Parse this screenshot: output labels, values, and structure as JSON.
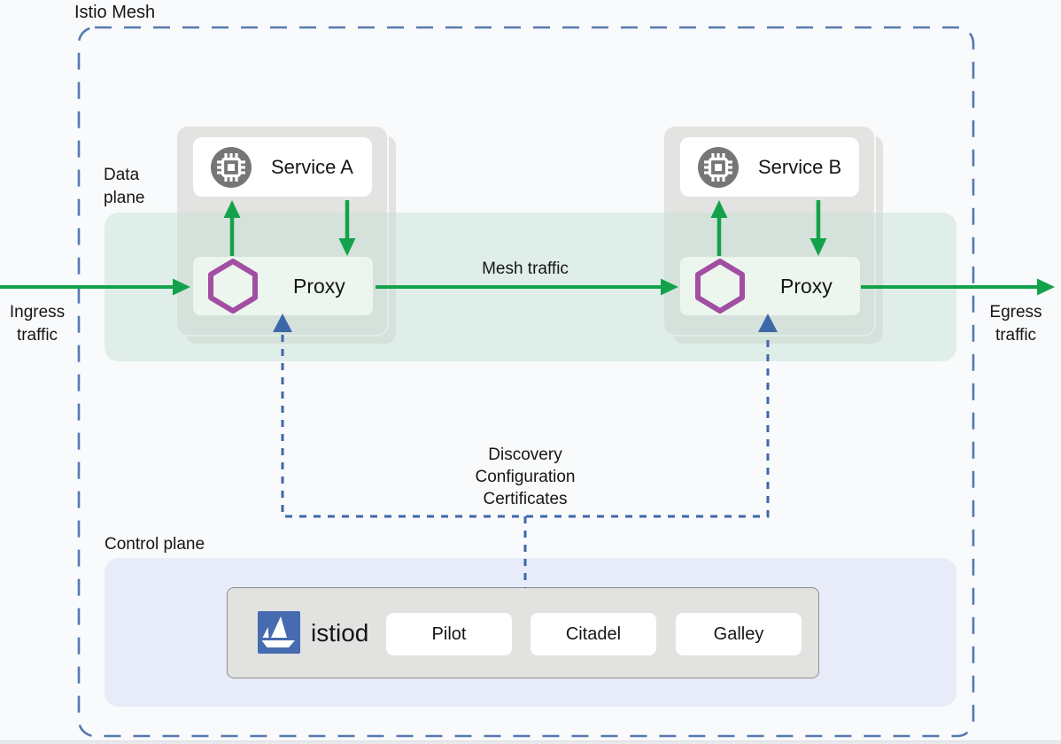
{
  "mesh": {
    "title": "Istio Mesh"
  },
  "planes": {
    "data": {
      "label": "Data plane"
    },
    "control": {
      "label": "Control plane"
    }
  },
  "traffic": {
    "ingress_label": "Ingress traffic",
    "mesh_label": "Mesh traffic",
    "egress_label": "Egress traffic"
  },
  "pods": [
    {
      "service_label": "Service A",
      "proxy_label": "Proxy"
    },
    {
      "service_label": "Service B",
      "proxy_label": "Proxy"
    }
  ],
  "control_connection": {
    "lines": [
      "Discovery",
      "Configuration",
      "Certificates"
    ]
  },
  "istiod": {
    "label": "istiod",
    "components": [
      "Pilot",
      "Citadel",
      "Galley"
    ]
  },
  "icons": {
    "service_icon": "chip-icon",
    "proxy_icon": "hexagon-sidecar-proxy-icon",
    "istiod_icon": "istio-sailboat-logo"
  },
  "colors": {
    "mesh_border_blue": "#5678ae",
    "connector_blue": "#3e67aa",
    "traffic_green": "#13a24b",
    "proxy_hexagon_purple": "#a24ea2",
    "pod_gray": "#e3e3e1",
    "data_plane_band_green": "#e3efe9",
    "control_plane_fill": "#e7ecf8",
    "istiod_fill": "#e2e2e0",
    "istio_logo_blue": "#466bb0",
    "chip_icon_gray": "#767674"
  }
}
